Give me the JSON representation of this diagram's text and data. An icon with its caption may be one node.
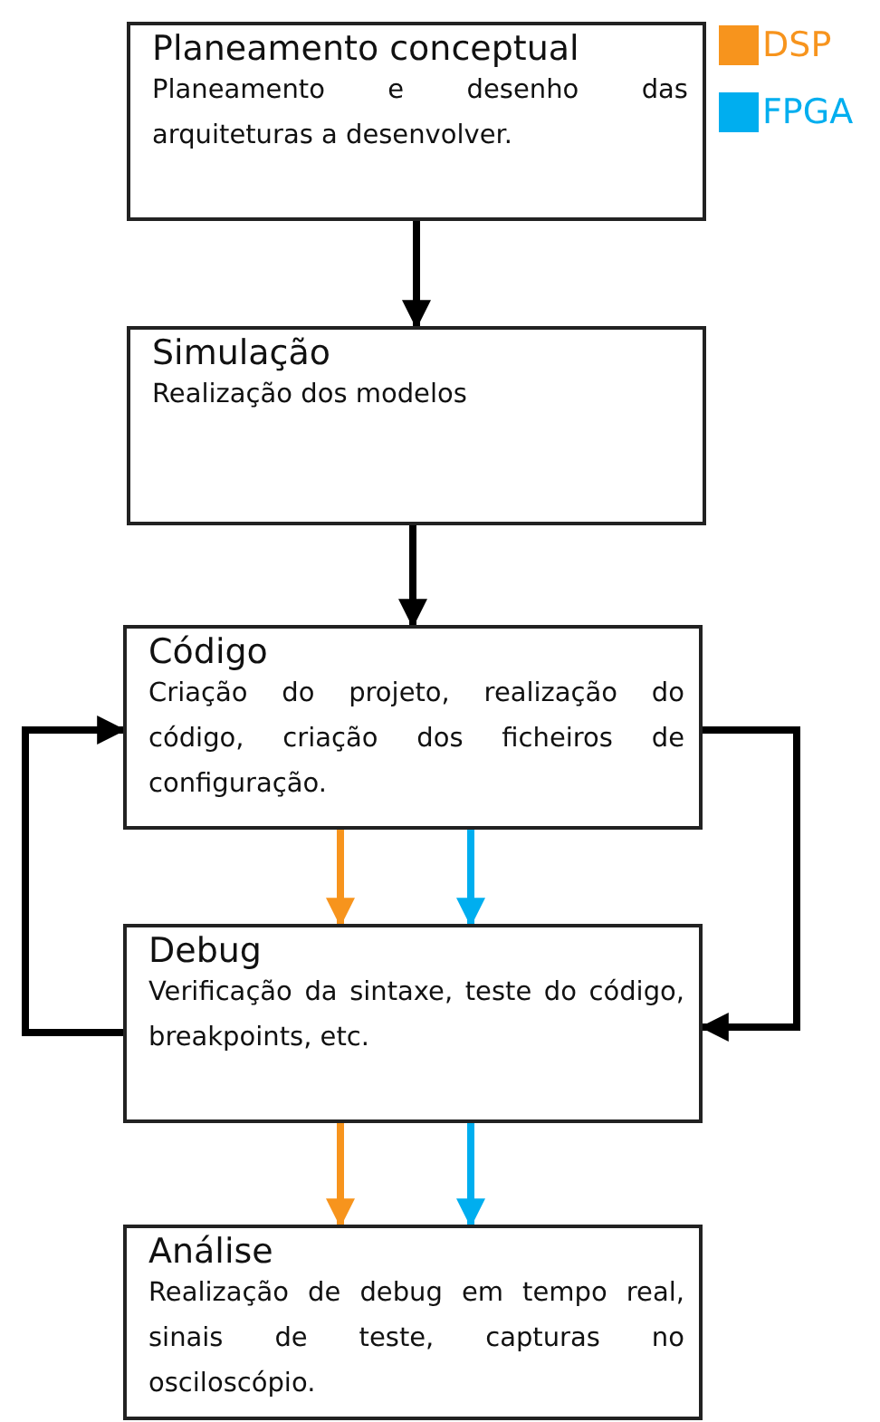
{
  "diagram": {
    "nodes": [
      {
        "text": [
          "Planeamento conceptual",
          "Planeamento e desenho das arquiteturas a desenvolver."
        ]
      },
      {
        "text": [
          "Simulação",
          "Realização dos modelos"
        ]
      },
      {
        "text": [
          "Código",
          "Criação do projeto, realização do código, criação dos ficheiros de configuração."
        ]
      },
      {
        "text": [
          "Debug",
          "Verificação da sintaxe, teste do código, breakpoints, etc."
        ]
      },
      {
        "text": [
          "Análise",
          "Realização de debug em tempo real, sinais de teste, capturas no osciloscópio."
        ]
      }
    ],
    "edges": [
      {
        "from": 0,
        "to": 1,
        "arrow": "to"
      },
      {
        "from": 1,
        "to": 2,
        "arrow": "to"
      },
      {
        "from": 2,
        "to": 3,
        "arrow": "to",
        "color": "#f7941d"
      },
      {
        "from": 2,
        "to": 3,
        "arrow": "to",
        "color": "#00aeef"
      },
      {
        "from": 3,
        "to": 2,
        "arrow": "to"
      },
      {
        "from": 2,
        "to": 3,
        "arrow": "to"
      },
      {
        "from": 3,
        "to": 4,
        "arrow": "to",
        "color": "#f7941d"
      },
      {
        "from": 3,
        "to": 4,
        "arrow": "to",
        "color": "#00aeef"
      }
    ],
    "legend": [
      {
        "text": "DSP",
        "color": "#f7941d"
      },
      {
        "text": "FPGA",
        "color": "#00aeef"
      }
    ]
  }
}
